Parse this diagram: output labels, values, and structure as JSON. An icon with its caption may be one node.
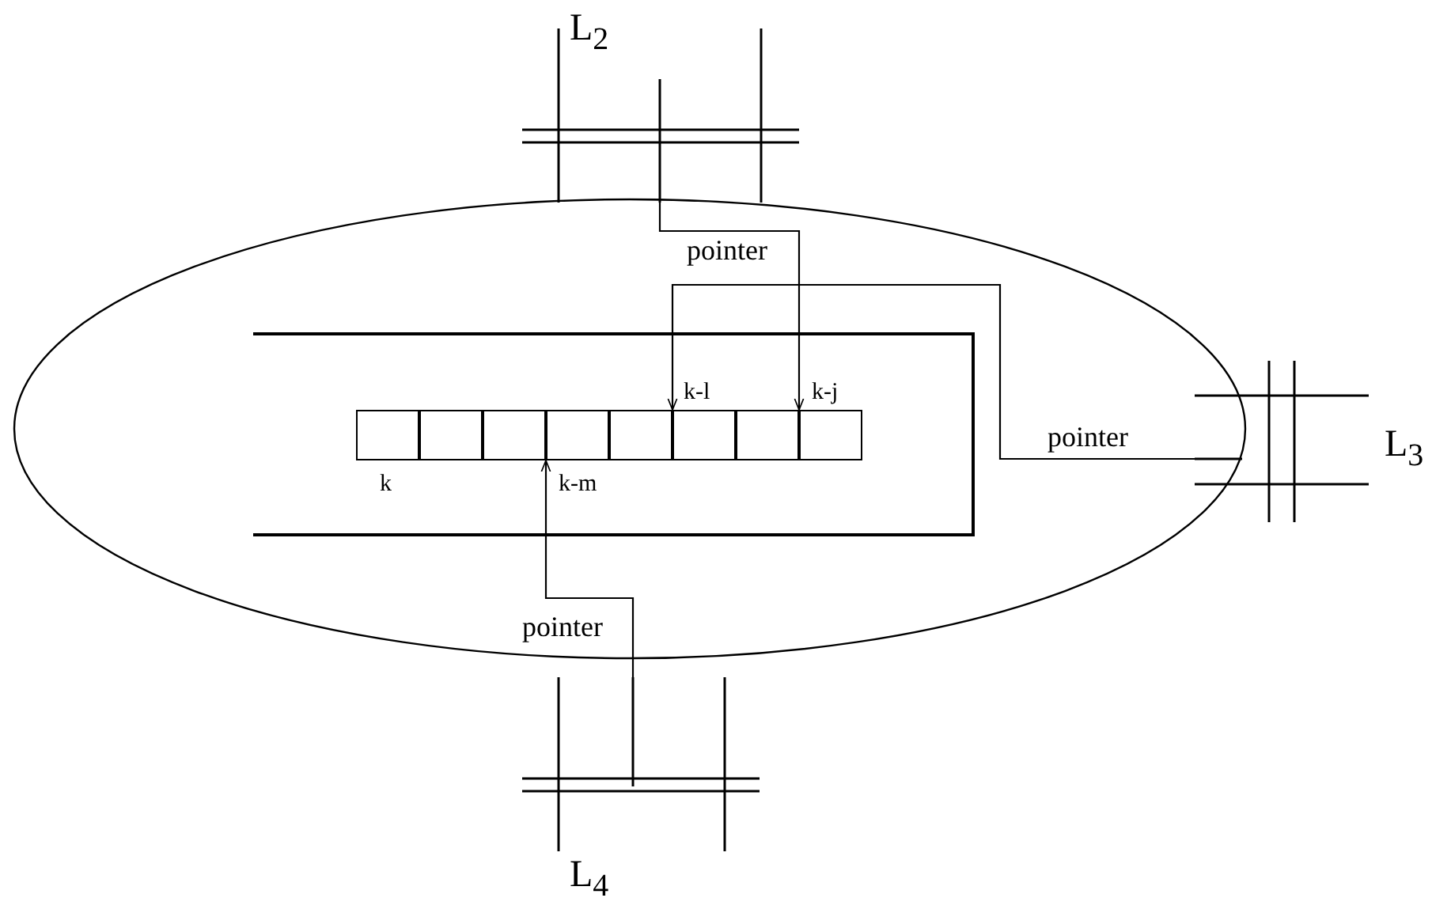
{
  "diagram": {
    "nodes": [
      {
        "text": [],
        "shape": "ellipse"
      },
      {
        "text": [
          "L$_{2}$"
        ]
      },
      {
        "text": [
          "L$_{3}$"
        ]
      },
      {
        "text": [
          "L$_{4}$"
        ]
      },
      {
        "text": [],
        "shape": "box",
        "in": 0,
        "beside": [
          "k"
        ]
      },
      {
        "text": [],
        "shape": "box",
        "in": 0
      },
      {
        "text": [],
        "shape": "box",
        "in": 0
      },
      {
        "text": [],
        "shape": "box",
        "in": 0,
        "beside": [
          "k-m"
        ]
      },
      {
        "text": [],
        "shape": "box",
        "in": 0
      },
      {
        "text": [],
        "shape": "box",
        "in": 0,
        "beside": [
          "k-l"
        ]
      },
      {
        "text": [],
        "shape": "box",
        "in": 0
      },
      {
        "text": [],
        "shape": "box",
        "in": 0,
        "beside": [
          "k-j"
        ]
      }
    ],
    "edges": [
      {
        "from": 1,
        "to": 11,
        "arrow": "to",
        "label": "pointer"
      },
      {
        "from": 2,
        "to": 9,
        "arrow": "to",
        "label": "pointer"
      },
      {
        "from": 3,
        "to": 7,
        "arrow": "to",
        "label": "pointer"
      }
    ]
  }
}
